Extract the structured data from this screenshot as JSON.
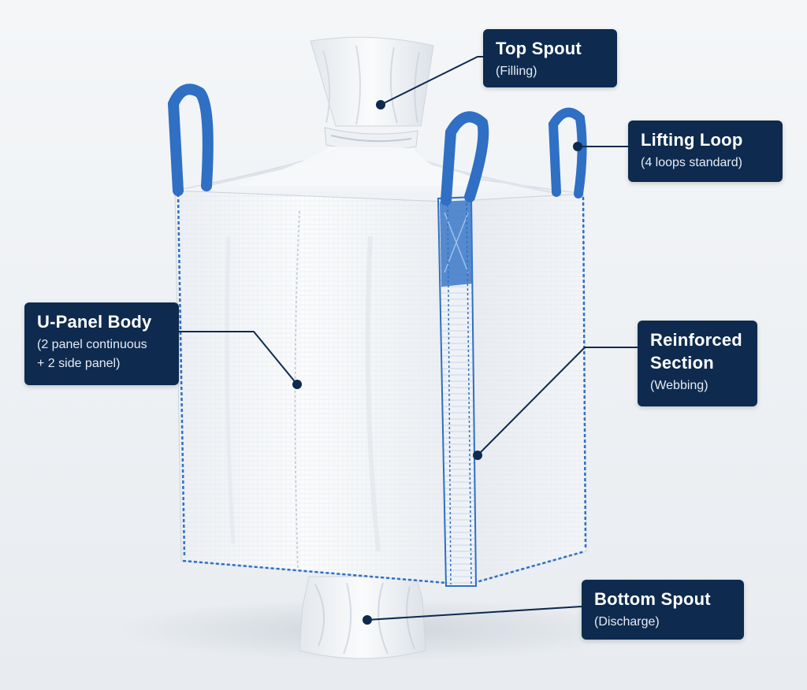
{
  "colors": {
    "background": "#eef1f4",
    "callout_bg": "#0e2a4e",
    "callout_text": "#ffffff",
    "loop_blue": "#2f6fc4",
    "bag_white": "#f7f8fa",
    "leader": "#0e2a4e"
  },
  "callouts": {
    "top_spout": {
      "title": "Top Spout",
      "subtitle": "(Filling)"
    },
    "lifting_loop": {
      "title": "Lifting Loop",
      "subtitle": "(4 loops standard)"
    },
    "u_panel_body": {
      "title": "U-Panel Body",
      "subtitle_line1": "(2 panel continuous",
      "subtitle_line2": "+ 2 side panel)"
    },
    "reinforced_section": {
      "title_line1": "Reinforced",
      "title_line2": "Section",
      "subtitle": "(Webbing)"
    },
    "bottom_spout": {
      "title": "Bottom Spout",
      "subtitle": "(Discharge)"
    }
  }
}
